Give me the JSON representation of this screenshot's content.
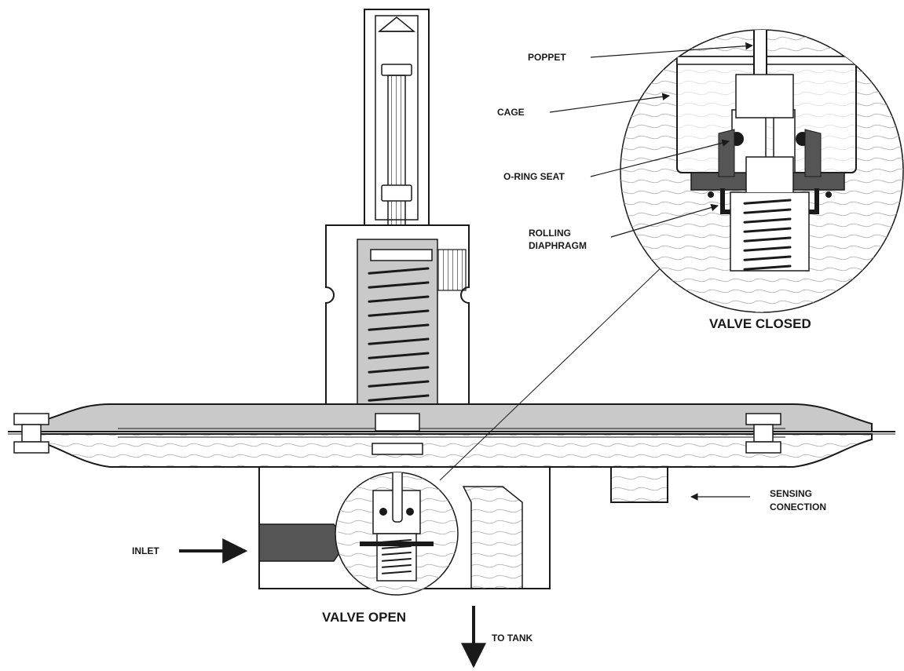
{
  "labels": {
    "poppet": "POPPET",
    "cage": "CAGE",
    "o_ring_seat": "O-RING SEAT",
    "rolling_diaphragm_line1": "ROLLING",
    "rolling_diaphragm_line2": "DIAPHRAGM",
    "valve_closed": "VALVE CLOSED",
    "sensing_line1": "SENSING",
    "sensing_line2": "CONECTION",
    "inlet": "INLET",
    "valve_open": "VALVE OPEN",
    "to_tank": "TO TANK"
  },
  "colors": {
    "line": "#1a1a1a",
    "spring_chamber": "#c9c9c9",
    "dark_fill": "#555555",
    "body": "#ffffff"
  }
}
